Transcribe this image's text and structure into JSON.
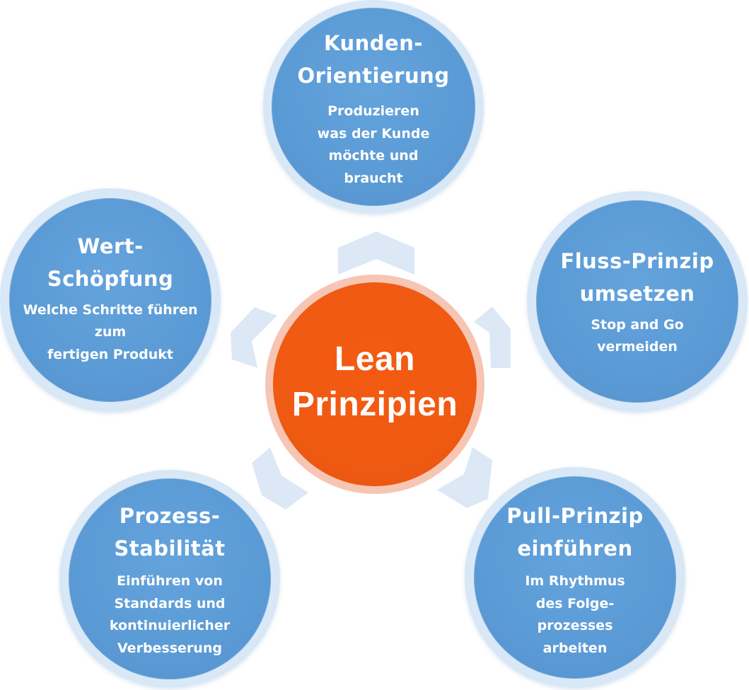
{
  "center": {
    "title": "Lean\nPrinzipien"
  },
  "nodes": {
    "kunden": {
      "title": "Kunden-\nOrientierung",
      "desc": "Produzieren\nwas der Kunde\nmöchte und\nbraucht"
    },
    "fluss": {
      "title": "Fluss-Prinzip\numsetzen",
      "desc": "Stop and Go\nvermeiden"
    },
    "pull": {
      "title": "Pull-Prinzip\neinführen",
      "desc": "Im Rhythmus\ndes Folge-\nprozesses\narbeiten"
    },
    "prozess": {
      "title": "Prozess-\nStabilität",
      "desc": "Einführen von\nStandards und\nkontinuierlicher\nVerbesserung"
    },
    "wert": {
      "title": "Wert-\nSchöpfung",
      "desc": "Welche Schritte führen\nzum\nfertigen Produkt"
    }
  },
  "colors": {
    "center_fill": "#ef5a12",
    "center_ring": "#f7c5b3",
    "node_fill": "#5b9bd5",
    "node_ring": "#d6e6f6",
    "connector": "#dce8f5",
    "text": "#ffffff"
  }
}
